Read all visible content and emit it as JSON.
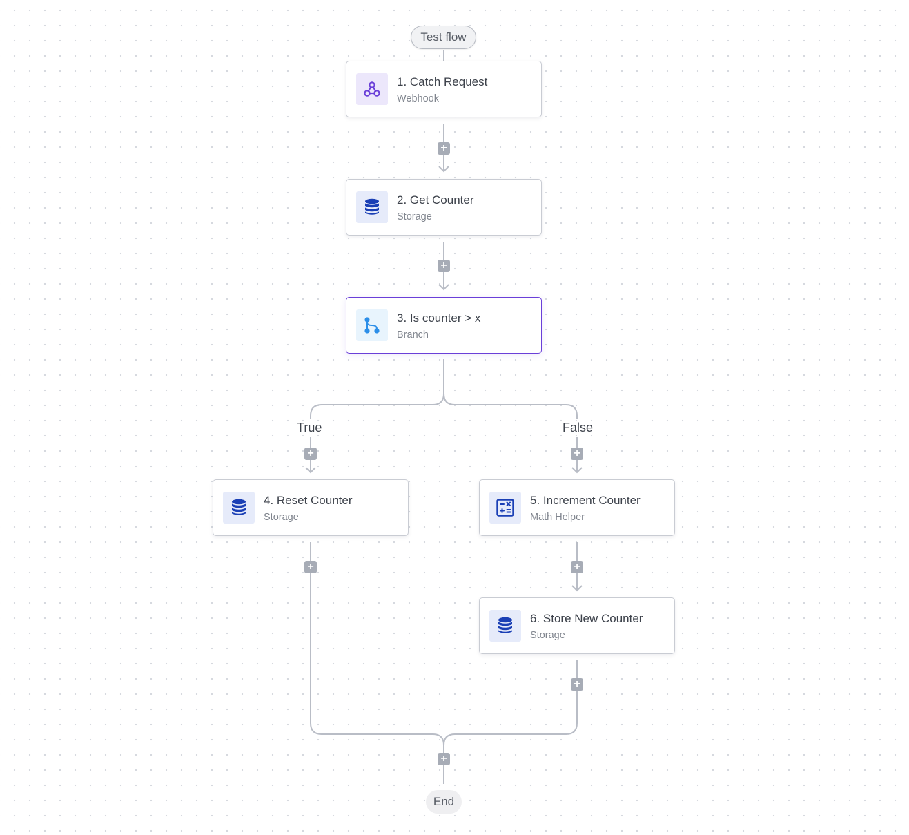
{
  "flow": {
    "start_label": "Test flow",
    "end_label": "End"
  },
  "steps": [
    {
      "title": "1. Catch Request",
      "subtitle": "Webhook",
      "icon": "webhook-icon"
    },
    {
      "title": "2. Get Counter",
      "subtitle": "Storage",
      "icon": "database-icon"
    },
    {
      "title": "3. Is counter > x",
      "subtitle": "Branch",
      "icon": "branch-icon"
    },
    {
      "title": "4. Reset Counter",
      "subtitle": "Storage",
      "icon": "database-icon"
    },
    {
      "title": "5. Increment Counter",
      "subtitle": "Math Helper",
      "icon": "calculator-icon"
    },
    {
      "title": "6. Store New Counter",
      "subtitle": "Storage",
      "icon": "database-icon"
    }
  ],
  "branches": {
    "true_label": "True",
    "false_label": "False"
  },
  "add_step_symbol": "+",
  "colors": {
    "selected_border": "#6a3fd8",
    "connector": "#b9bdc6",
    "add_button": "#a7acb6",
    "storage_icon": "#1a3fb5",
    "webhook_icon": "#6a3fd8",
    "branch_icon": "#2c8ee8"
  }
}
